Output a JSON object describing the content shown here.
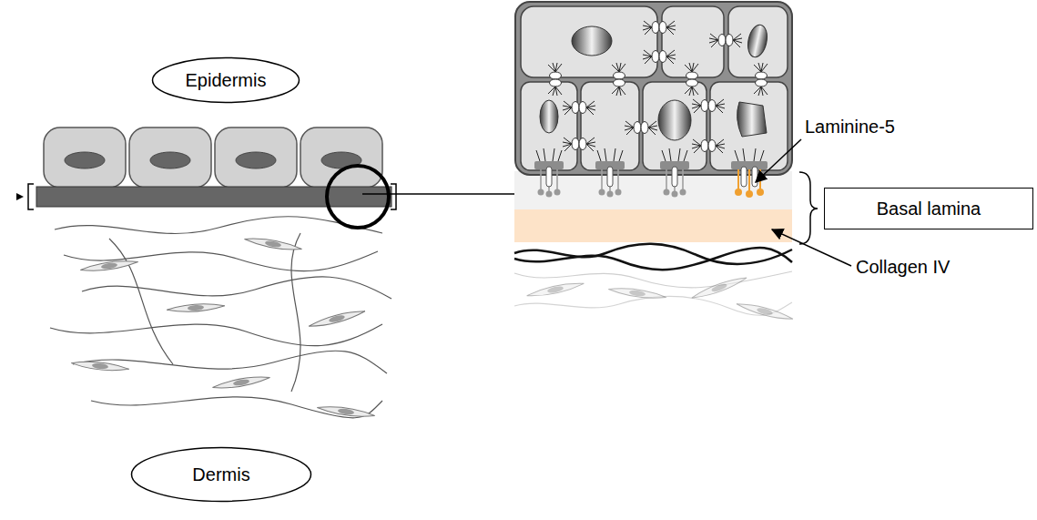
{
  "diagram": {
    "nodes": [
      {
        "text": [
          "Epidermis"
        ]
      },
      {
        "text": [
          "Basal lamina"
        ]
      },
      {
        "text": [
          "Dermis"
        ]
      }
    ],
    "labels": [
      "Laminine-5",
      "Collagen IV"
    ]
  }
}
